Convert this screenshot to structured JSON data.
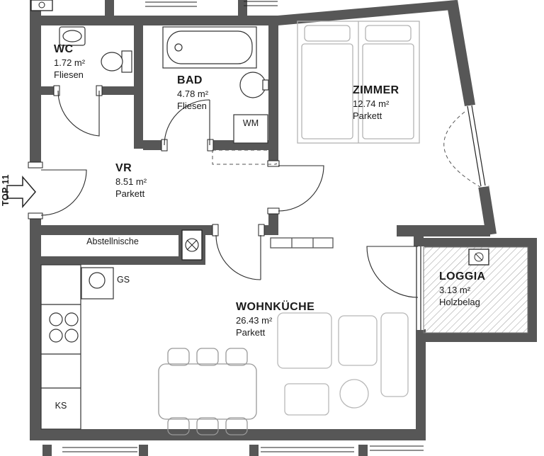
{
  "plan": {
    "unit": "TOP 11",
    "rooms": {
      "wc": {
        "name": "WC",
        "area": "1.72 m²",
        "floor": "Fliesen"
      },
      "bad": {
        "name": "BAD",
        "area": "4.78 m²",
        "floor": "Fliesen"
      },
      "zimmer": {
        "name": "ZIMMER",
        "area": "12.74 m²",
        "floor": "Parkett"
      },
      "vr": {
        "name": "VR",
        "area": "8.51 m²",
        "floor": "Parkett"
      },
      "wohnkueche": {
        "name": "WOHNKÜCHE",
        "area": "26.43 m²",
        "floor": "Parkett"
      },
      "loggia": {
        "name": "LOGGIA",
        "area": "3.13 m²",
        "floor": "Holzbelag"
      }
    },
    "labels": {
      "abstellnische": "Abstellnische",
      "wm": "WM",
      "gs": "GS",
      "ks": "KS"
    },
    "colors": {
      "wall": "#575757",
      "line": "#222222",
      "furniture_light": "#b3b3b3",
      "hatch": "#9c9c9c"
    }
  }
}
